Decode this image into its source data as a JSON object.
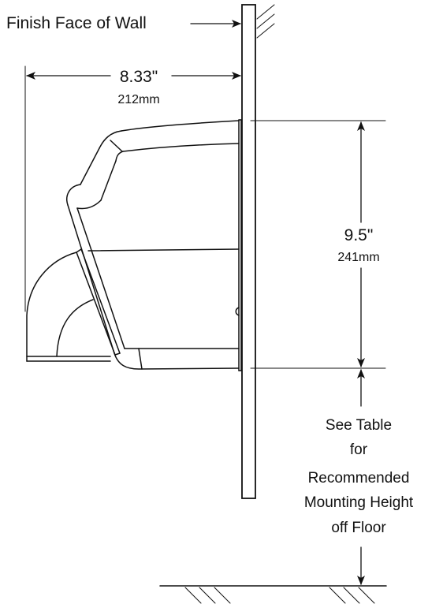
{
  "labels": {
    "finish_face_of_wall": "Finish Face of Wall",
    "width_in": "8.33\"",
    "width_mm": "212mm",
    "height_in": "9.5\"",
    "height_mm": "241mm",
    "note_line1": "See Table",
    "note_line2": "for",
    "note_line3": "Recommended",
    "note_line4": "Mounting Height",
    "note_line5": "off Floor"
  }
}
